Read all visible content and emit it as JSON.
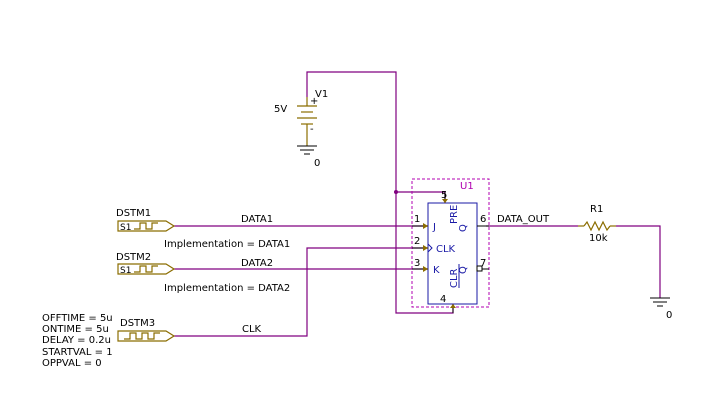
{
  "source_v1": {
    "name": "V1",
    "value": "5V",
    "ground_label": "0"
  },
  "flipflop": {
    "refdes": "U1",
    "pin_j": "J",
    "pin_clk": "CLK",
    "pin_k": "K",
    "pin_pre": "PRE",
    "pin_clr": "CLR",
    "pin_q": "Q",
    "pin_qbar": "Q",
    "pin_num_1": "1",
    "pin_num_2": "2",
    "pin_num_3": "3",
    "pin_num_4": "4",
    "pin_num_5": "5",
    "pin_num_6": "6",
    "pin_num_7": "7"
  },
  "stimuli": [
    {
      "name": "DSTM1",
      "tag": "S1",
      "net": "DATA1",
      "implementation": "Implementation = DATA1"
    },
    {
      "name": "DSTM2",
      "tag": "S1",
      "net": "DATA2",
      "implementation": "Implementation = DATA2"
    },
    {
      "name": "DSTM3",
      "tag": "",
      "net": "CLK",
      "implementation": ""
    }
  ],
  "clock_params": [
    "OFFTIME = 5u",
    "ONTIME = 5u",
    "DELAY = 0.2u",
    "STARTVAL = 1",
    "OPPVAL = 0"
  ],
  "output_net": "DATA_OUT",
  "resistor": {
    "name": "R1",
    "value": "10k"
  },
  "ground_out_label": "0",
  "colors": {
    "wire": "#800080",
    "part": "#8b6d00",
    "outline": "#b000b0",
    "pin_text": "#1a1aa6"
  }
}
